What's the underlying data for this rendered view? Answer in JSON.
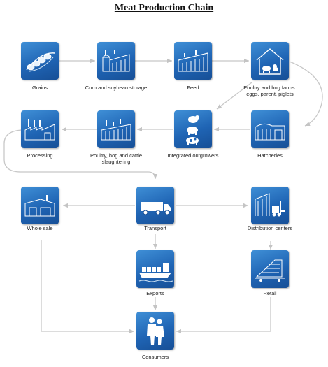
{
  "title": "Meat Production Chain",
  "colors": {
    "tile": "#1f64b4",
    "arrow": "#c8c8c8"
  },
  "nodes": [
    {
      "id": "grains",
      "label": "Grains",
      "icon": "soybean-pod-icon"
    },
    {
      "id": "storage",
      "label": "Corn and soybean storage",
      "icon": "silo-building-icon"
    },
    {
      "id": "feed",
      "label": "Feed",
      "icon": "feed-mill-icon"
    },
    {
      "id": "farms",
      "label": "Poultry and hog farms: eggs, parent, piglets",
      "icon": "farm-house-icon"
    },
    {
      "id": "processing",
      "label": "Processing",
      "icon": "factory-icon"
    },
    {
      "id": "slaughtering",
      "label": "Poultry, hog and cattle slaughtering",
      "icon": "slaughterhouse-icon"
    },
    {
      "id": "outgrowers",
      "label": "Integrated outgrowers",
      "icon": "animals-icon"
    },
    {
      "id": "hatcheries",
      "label": "Hatcheries",
      "icon": "hatchery-barn-icon"
    },
    {
      "id": "wholesale",
      "label": "Whole sale",
      "icon": "warehouse-icon"
    },
    {
      "id": "transport",
      "label": "Transport",
      "icon": "truck-icon"
    },
    {
      "id": "distribution",
      "label": "Distribution centers",
      "icon": "forklift-icon"
    },
    {
      "id": "exports",
      "label": "Exports",
      "icon": "cargo-ship-icon"
    },
    {
      "id": "retail",
      "label": "Retail",
      "icon": "retail-shelf-icon"
    },
    {
      "id": "consumers",
      "label": "Consumers",
      "icon": "people-icon"
    }
  ],
  "edges": [
    {
      "from": "grains",
      "to": "storage"
    },
    {
      "from": "storage",
      "to": "feed"
    },
    {
      "from": "feed",
      "to": "farms"
    },
    {
      "from": "farms",
      "to": "outgrowers"
    },
    {
      "from": "farms",
      "to": "hatcheries"
    },
    {
      "from": "hatcheries",
      "to": "outgrowers"
    },
    {
      "from": "outgrowers",
      "to": "slaughtering"
    },
    {
      "from": "slaughtering",
      "to": "processing"
    },
    {
      "from": "processing",
      "to": "transport"
    },
    {
      "from": "transport",
      "to": "wholesale"
    },
    {
      "from": "transport",
      "to": "distribution"
    },
    {
      "from": "transport",
      "to": "exports"
    },
    {
      "from": "distribution",
      "to": "retail"
    },
    {
      "from": "wholesale",
      "to": "consumers"
    },
    {
      "from": "exports",
      "to": "consumers"
    },
    {
      "from": "retail",
      "to": "consumers"
    }
  ]
}
